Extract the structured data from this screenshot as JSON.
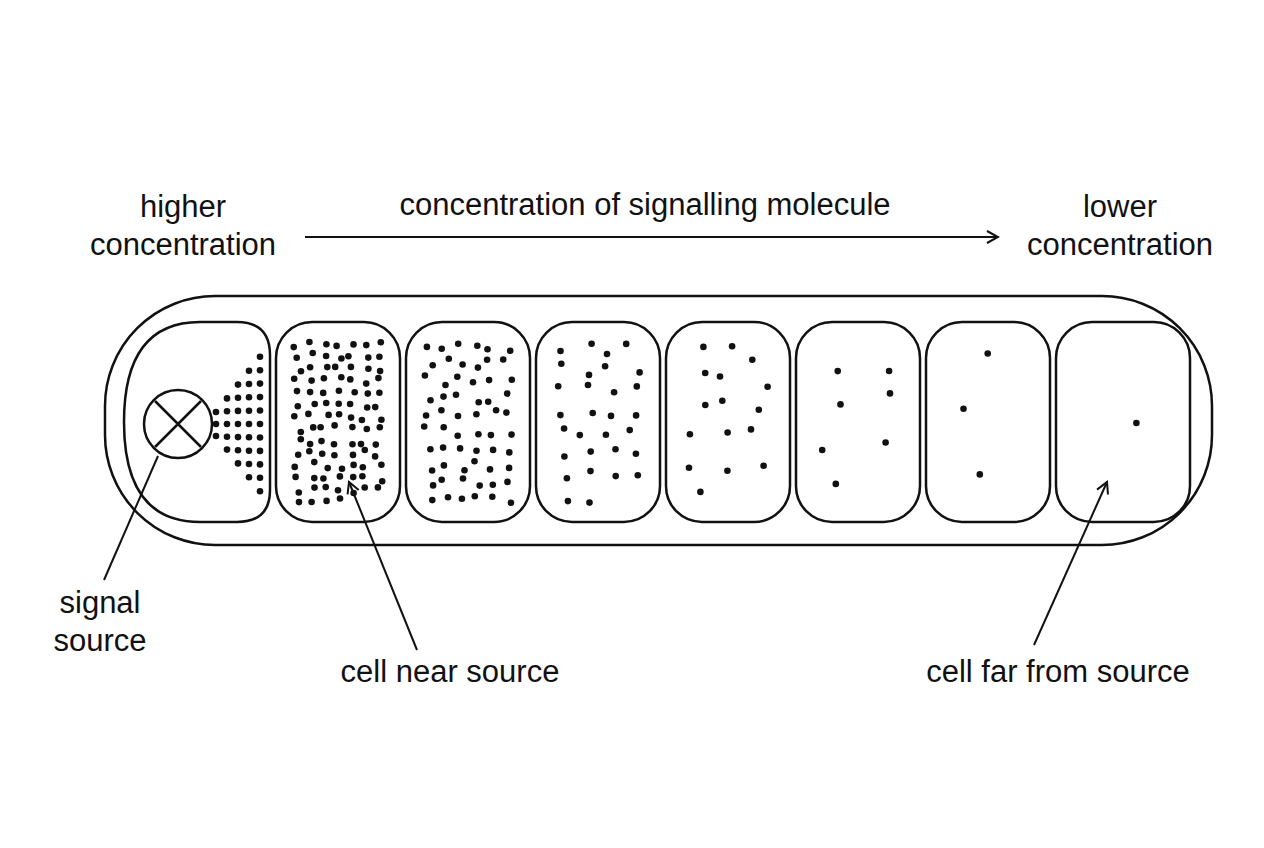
{
  "diagram": {
    "labels": [
      "higher concentration",
      "concentration of signalling molecule",
      "lower concentration",
      "signal source",
      "cell near source",
      "cell far from source"
    ]
  }
}
